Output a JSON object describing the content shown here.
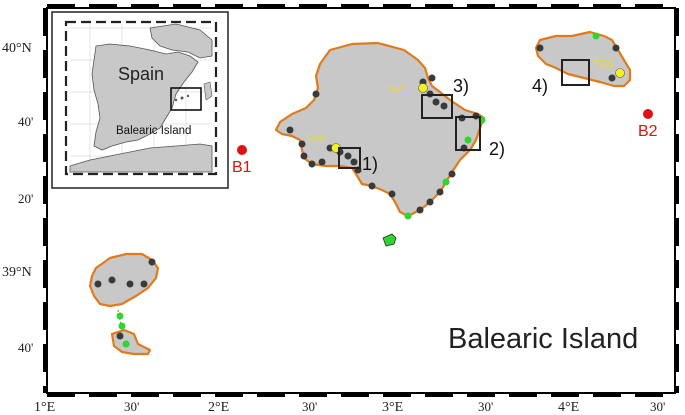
{
  "map": {
    "title": "Balearic Island",
    "colors": {
      "land": "#c8c8c8",
      "coast": "#e07a1a",
      "station_dark": "#3a3a3a",
      "station_green": "#2fd62f",
      "tide_gauge": "#f2f21a",
      "buoy": "#e01010",
      "tg_label": "#e8e020",
      "buoy_label": "#e01010"
    },
    "axis_labels": {
      "left": [
        "40°N",
        "40'",
        "20'",
        "39°N",
        "40'"
      ],
      "bottom": [
        "1°E",
        "30'",
        "2°E",
        "30'",
        "3°E",
        "30'",
        "4°E",
        "30'"
      ]
    },
    "tide_gauges": [
      "TG1",
      "TG2",
      "TG3"
    ],
    "buoys": [
      "B1",
      "B2"
    ],
    "study_boxes": [
      "1)",
      "2)",
      "3)",
      "4)"
    ]
  },
  "inset": {
    "country_label": "Spain",
    "region_label": "Balearic Island"
  }
}
